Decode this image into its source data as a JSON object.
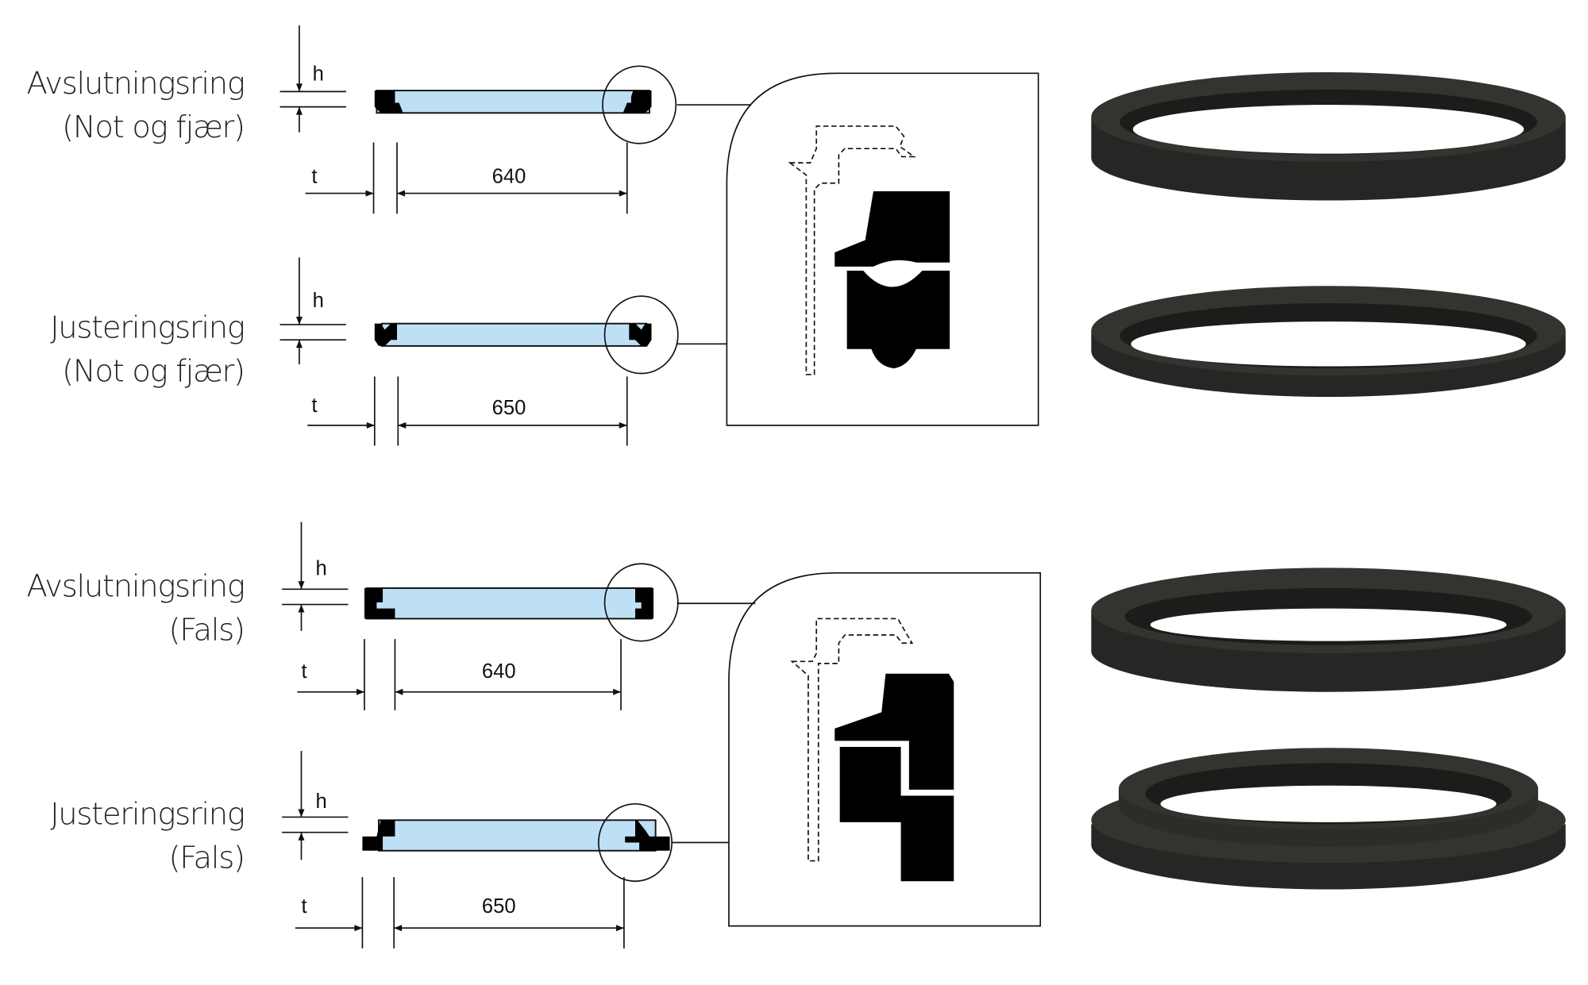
{
  "rows": [
    {
      "name": "Avslutningsring",
      "type": "(Not og fjær)",
      "h_label": "h",
      "t_label": "t",
      "dimension": "640"
    },
    {
      "name": "Justeringsring",
      "type": "(Not og fjær)",
      "h_label": "h",
      "t_label": "t",
      "dimension": "650"
    },
    {
      "name": "Avslutningsring",
      "type": "(Fals)",
      "h_label": "h",
      "t_label": "t",
      "dimension": "640"
    },
    {
      "name": "Justeringsring",
      "type": "(Fals)",
      "h_label": "h",
      "t_label": "t",
      "dimension": "650"
    }
  ],
  "colors": {
    "section_fill": "#bde0f5",
    "ring": "#262624"
  }
}
